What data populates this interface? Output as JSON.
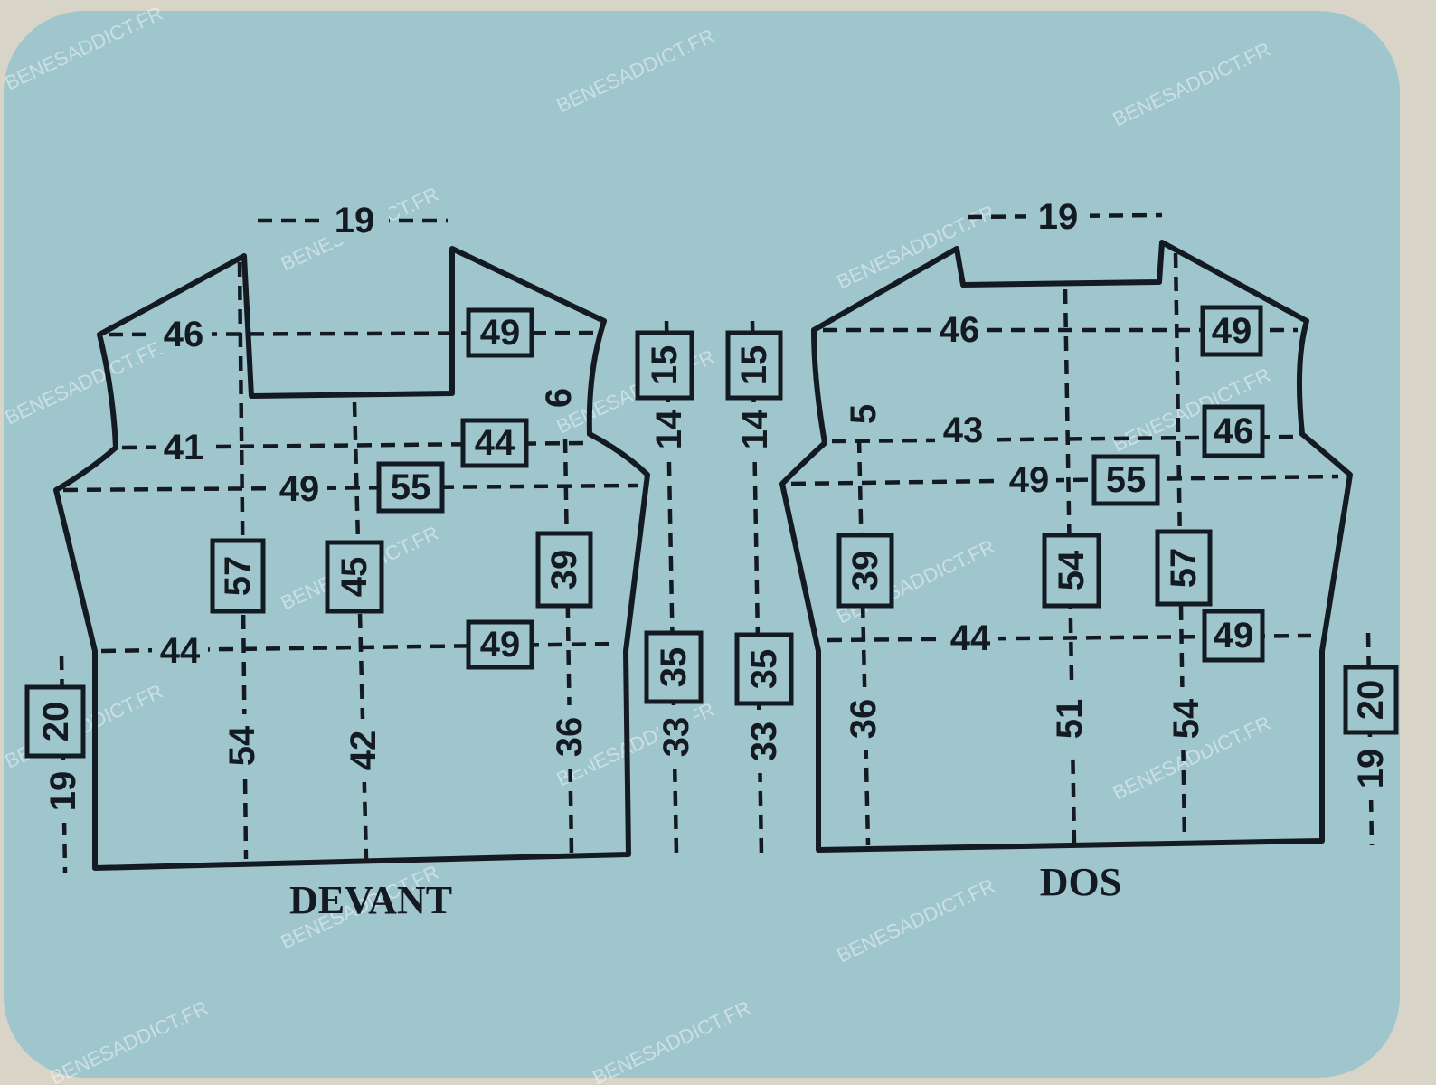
{
  "watermark": "BENESADDICT.FR",
  "colors": {
    "background": "#9fc6cc",
    "ink": "#141a22",
    "paper": "#d9d4c8"
  },
  "devant": {
    "title": "DEVANT",
    "neck_width": "19",
    "shoulder_width": {
      "small": "46",
      "large": "49"
    },
    "upper_chest": {
      "small": "41",
      "large": "44"
    },
    "bust": {
      "small": "49",
      "large": "55"
    },
    "waist": {
      "small": "44",
      "large": "49"
    },
    "armhole_shaping": "6",
    "left_height": {
      "small": "54",
      "large": "57"
    },
    "center_height": {
      "small": "42",
      "large": "45"
    },
    "right_height": {
      "small": "36",
      "large": "39"
    },
    "hem": {
      "small": "19",
      "large": "20"
    },
    "armhole_depth": {
      "small": "14",
      "large": "15"
    },
    "side_length": {
      "small": "33",
      "large": "35"
    }
  },
  "dos": {
    "title": "DOS",
    "neck_width": "19",
    "shoulder_width": {
      "small": "46",
      "large": "49"
    },
    "upper_chest": {
      "small": "43",
      "large": "46"
    },
    "bust": {
      "small": "49",
      "large": "55"
    },
    "waist": {
      "small": "44",
      "large": "49"
    },
    "armhole_shaping": "5",
    "left_height": {
      "small": "36",
      "large": "39"
    },
    "center_height": {
      "small": "51",
      "large": "54"
    },
    "right_height": {
      "small": "54",
      "large": "57"
    },
    "hem": {
      "small": "19",
      "large": "20"
    },
    "armhole_depth": {
      "small": "14",
      "large": "15"
    },
    "side_length": {
      "small": "33",
      "large": "35"
    }
  }
}
